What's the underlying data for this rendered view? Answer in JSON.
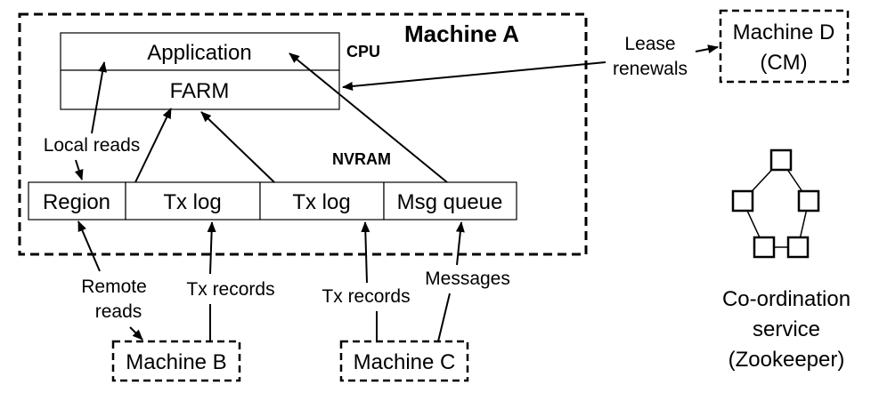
{
  "machine_a": {
    "title": "Machine A",
    "cpu_label": "CPU",
    "nvram_label": "NVRAM"
  },
  "cpu_stack": {
    "application": "Application",
    "farm": "FARM"
  },
  "nvram_cells": {
    "region": "Region",
    "txlog_1": "Tx log",
    "txlog_2": "Tx log",
    "msg_queue": "Msg queue"
  },
  "machine_b": {
    "label": "Machine B"
  },
  "machine_c": {
    "label": "Machine C"
  },
  "machine_d": {
    "line1": "Machine D",
    "line2": "(CM)"
  },
  "labels": {
    "lease_line1": "Lease",
    "lease_line2": "renewals",
    "local_reads": "Local reads",
    "remote_reads_line1": "Remote",
    "remote_reads_line2": "reads",
    "tx_records_b": "Tx records",
    "tx_records_c": "Tx records",
    "messages": "Messages"
  },
  "coordination_service": {
    "line1": "Co-ordination",
    "line2": "service",
    "line3": "(Zookeeper)"
  }
}
